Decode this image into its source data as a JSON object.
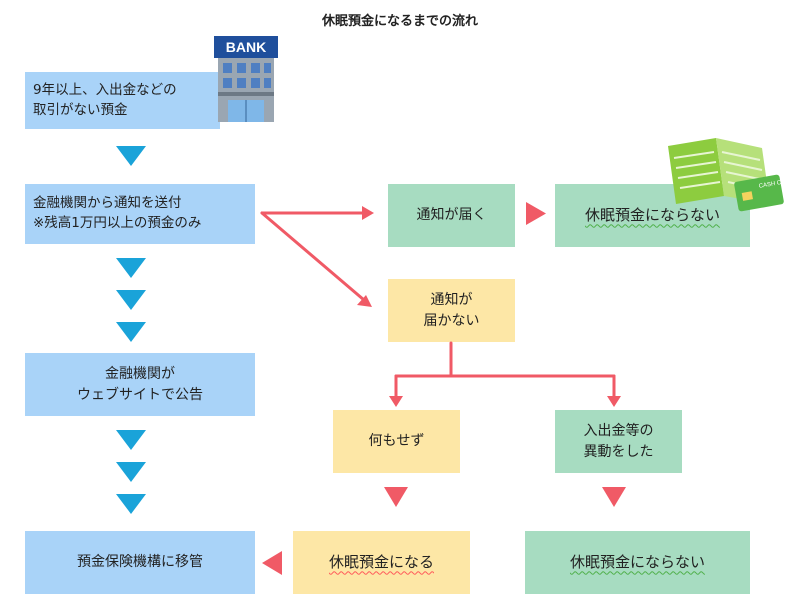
{
  "title": "休眠預金になるまでの流れ",
  "bank_sign": "BANK",
  "card_label": "CASH CARD",
  "boxes": {
    "no_transaction": "9年以上、入出金などの\n取引がない預金",
    "notify_sent": "金融機関から通知を送付\n※残高1万円以上の預金のみ",
    "public_notice": "金融機関が\nウェブサイトで公告",
    "transfer": "預金保険機構に移管",
    "notice_arrived": "通知が届く",
    "not_dormant_top": "休眠預金にならない",
    "notice_not_arrived": "通知が\n届かない",
    "did_nothing": "何もせず",
    "transaction_activity": "入出金等の\n異動をした",
    "becomes_dormant": "休眠預金になる",
    "not_dormant_bottom": "休眠預金にならない"
  },
  "colors": {
    "blue_box": "#a9d3f8",
    "green_box": "#a7dcc1",
    "yellow_box": "#fde7a6",
    "blue_arrow": "#1aa3d9",
    "red_arrow": "#f05a66"
  }
}
